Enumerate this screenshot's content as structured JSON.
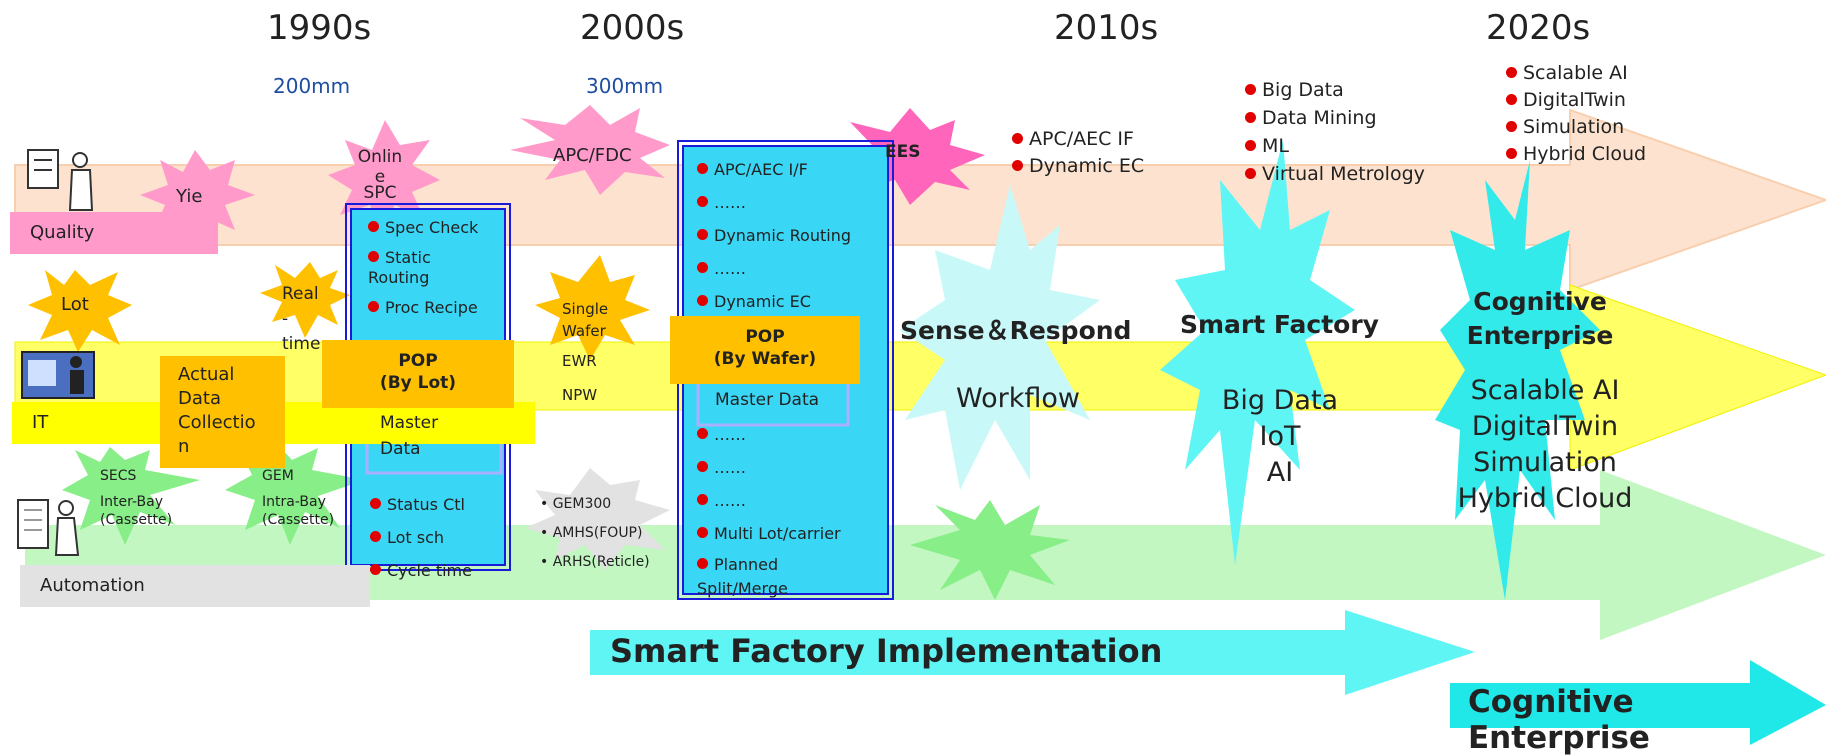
{
  "decades": [
    "1990s",
    "2000s",
    "2010s",
    "2020s"
  ],
  "wafer_sizes": [
    "200mm",
    "300mm"
  ],
  "lanes": {
    "quality": "Quality",
    "it": "IT",
    "automation": "Automation"
  },
  "bursts_1990s": {
    "yie": "Yie",
    "online_spc": [
      "Onlin",
      "e",
      "SPC"
    ],
    "lot": "Lot",
    "real_time": [
      "Real",
      "-",
      "time"
    ],
    "secs": [
      "SECS",
      "Inter-Bay",
      "(Cassette)"
    ],
    "gem": [
      "GEM",
      "Intra-Bay",
      "(Cassette)"
    ]
  },
  "actual_data": [
    "Actual",
    "Data",
    "Collectio",
    "n"
  ],
  "pop_lot": {
    "title": [
      "POP",
      "(By Lot)"
    ],
    "items_top": [
      "Spec Check",
      "Static",
      "Routing",
      "Proc Recipe"
    ],
    "master": [
      "Master",
      "Data"
    ],
    "items_bottom": [
      "Status Ctl",
      "Lot sch",
      "Cycle time"
    ]
  },
  "bursts_2000s": {
    "apc_fdc": "APC/FDC",
    "single_wafer": [
      "Single",
      "Wafer"
    ],
    "ewr": "EWR",
    "npw": "NPW",
    "gem300": [
      "• GEM300",
      "• AMHS(FOUP)",
      "• ARHS(Reticle)"
    ],
    "ees": "EES"
  },
  "pop_wafer": {
    "title": [
      "POP",
      "(By Wafer)"
    ],
    "items_top": [
      "APC/AEC I/F",
      "……",
      "Dynamic Routing",
      "……",
      "Dynamic EC"
    ],
    "master": "Master Data",
    "items_bottom": [
      "……",
      "……",
      "……",
      "Multi Lot/carrier",
      "Planned",
      "Split/Merge"
    ]
  },
  "list_2010s": [
    "APC/AEC IF",
    "Dynamic EC"
  ],
  "list_big_data": [
    "Big Data",
    "Data Mining",
    "ML",
    "Virtual Metrology"
  ],
  "list_2020s": [
    "Scalable AI",
    "DigitalTwin",
    "Simulation",
    "Hybrid Cloud"
  ],
  "sense_respond": {
    "title": "Sense＆Respond",
    "body": "Workflow"
  },
  "smart_factory": {
    "title": "Smart Factory",
    "body": [
      "Big Data",
      "IoT",
      "AI"
    ]
  },
  "cognitive": {
    "title": [
      "Cognitive",
      "Enterprise"
    ],
    "body": [
      "Scalable AI",
      "DigitalTwin",
      "Simulation",
      "Hybrid Cloud"
    ]
  },
  "implementation_arrows": [
    "Smart Factory Implementation",
    "Cognitive Enterprise"
  ],
  "colors": {
    "quality": "#fde3cf",
    "it": "#ffff66",
    "automation": "#c2f7c2",
    "pink": "#ff9acb",
    "cyan": "#5ff5f5",
    "gold": "#ffc000",
    "blue": "#1a1adb"
  }
}
